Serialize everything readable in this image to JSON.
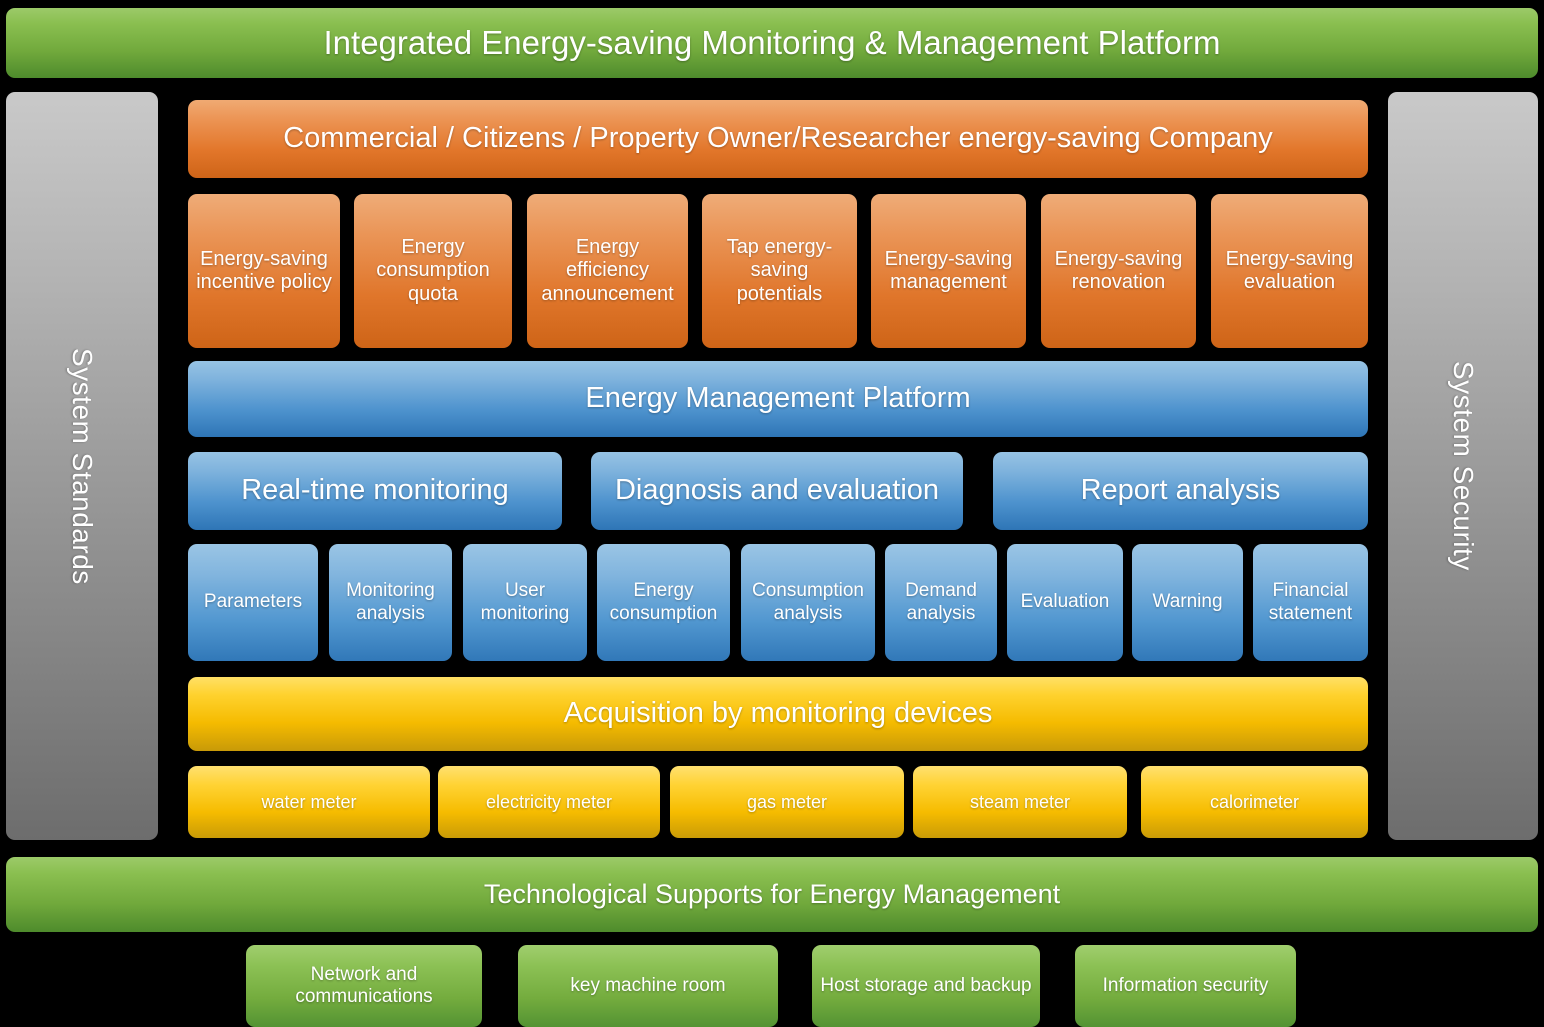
{
  "platform_title": "Integrated Energy-saving Monitoring & Management Platform",
  "side_panels": {
    "left": "System Standards",
    "right": "System Security"
  },
  "stakeholder_bar": "Commercial / Citizens / Property Owner/Researcher energy-saving Company",
  "policy_boxes": [
    "Energy-saving incentive policy",
    "Energy consumption quota",
    "Energy efficiency announcement",
    "Tap energy-saving potentials",
    "Energy-saving management",
    "Energy-saving renovation",
    "Energy-saving evaluation"
  ],
  "platform_bar": "Energy Management Platform",
  "function_groups": [
    "Real-time monitoring",
    "Diagnosis and evaluation",
    "Report analysis"
  ],
  "function_items": [
    "Parameters",
    "Monitoring analysis",
    "User monitoring",
    "Energy consumption",
    "Consumption analysis",
    "Demand analysis",
    "Evaluation",
    "Warning",
    "Financial statement"
  ],
  "acquisition_bar": "Acquisition by monitoring devices",
  "meters": [
    "water meter",
    "electricity meter",
    "gas meter",
    "steam meter",
    "calorimeter"
  ],
  "support_bar": "Technological Supports for Energy Management",
  "support_items": [
    "Network and communications",
    "key machine room",
    "Host storage and backup",
    "Information security"
  ],
  "colors": {
    "background": "#000000",
    "green_light": "#9CCA69",
    "green_dark": "#4E8B2C",
    "orange_light": "#F0AA73",
    "orange_dark": "#CE6418",
    "blue_light": "#97C3E4",
    "blue_dark": "#2E75B6",
    "yellow_light": "#FFE066",
    "yellow_dark": "#C89A08",
    "gray_light": "#C9C9C9",
    "gray_dark": "#6D6D6D",
    "text": "#FFFFFF"
  }
}
